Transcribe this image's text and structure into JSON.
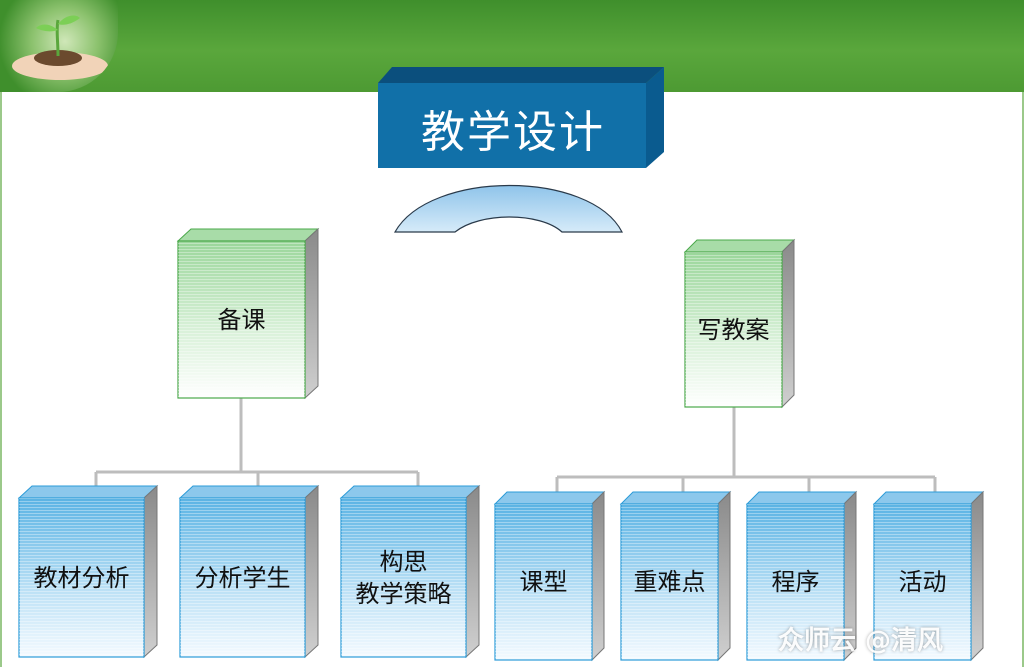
{
  "title": "教学设计",
  "level1": [
    {
      "label": "备课"
    },
    {
      "label": "写教案"
    }
  ],
  "level2_left": [
    "教材分析",
    "分析学生",
    "构思\n教学策略"
  ],
  "level2_right": [
    "课型",
    "重难点",
    "程序",
    "活动"
  ],
  "watermark": "众师云 @清风",
  "colors": {
    "banner": "#4d9a33",
    "title_box": "#1170a8",
    "green_box": "#8fd08f",
    "blue_box": "#63b8e6",
    "connector": "#b8b8b8"
  }
}
